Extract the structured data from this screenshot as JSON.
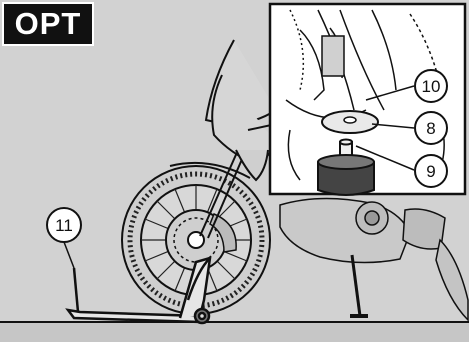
{
  "badge": {
    "label": "OPT"
  },
  "callouts": {
    "rear_stand": "11",
    "spacer_ring": "10",
    "washer": "8",
    "lift_pin": "9"
  },
  "colors": {
    "background": "#d2d2d2",
    "floor_band": "#c6c6c6",
    "line": "#111111",
    "inset_background": "#ffffff"
  }
}
